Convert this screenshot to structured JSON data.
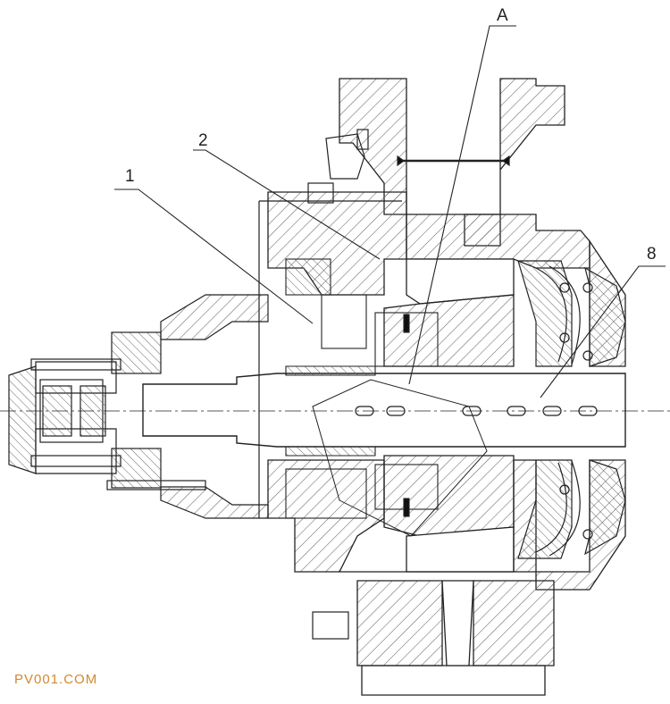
{
  "drawing": {
    "labels": {
      "label_a": "A",
      "label_1": "1",
      "label_2": "2",
      "label_8": "8"
    },
    "watermark": "PV001.COM",
    "colors": {
      "line": "#222222",
      "hatch": "#555555",
      "watermark": "#d4882f"
    }
  }
}
